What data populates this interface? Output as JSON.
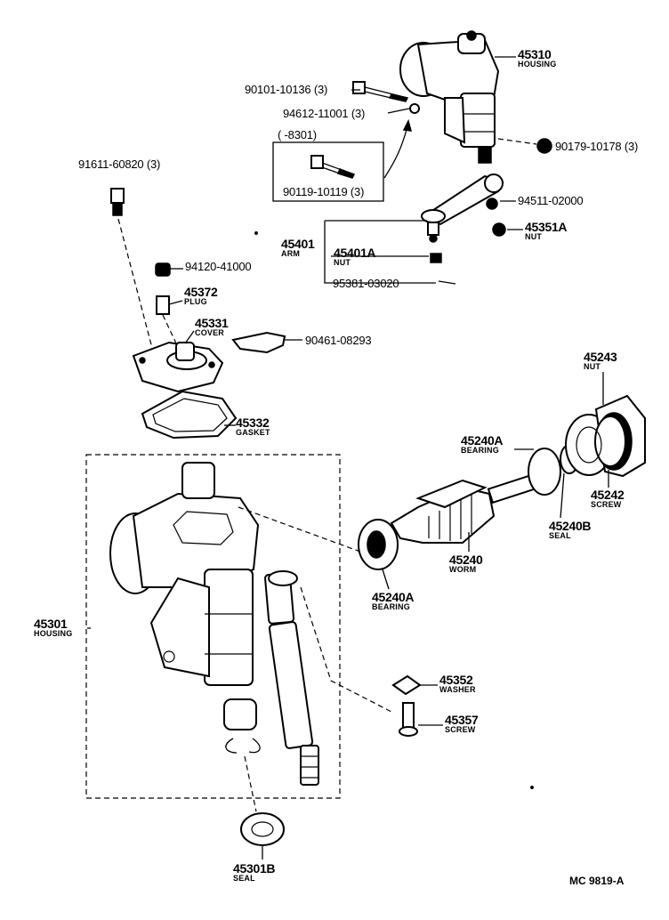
{
  "parts": [
    {
      "key": "p45310",
      "number": "45310",
      "name": "HOUSING"
    },
    {
      "key": "p90101",
      "number": "90101-10136 (3)"
    },
    {
      "key": "p94612",
      "number": "94612-11001 (3)"
    },
    {
      "key": "p8301",
      "number": "(        -8301)"
    },
    {
      "key": "p90119",
      "number": "90119-10119 (3)"
    },
    {
      "key": "p90179",
      "number": "90179-10178 (3)"
    },
    {
      "key": "p91611",
      "number": "91611-60820 (3)"
    },
    {
      "key": "p94511",
      "number": "94511-02000"
    },
    {
      "key": "p45351A",
      "number": "45351A",
      "name": "NUT"
    },
    {
      "key": "p45401",
      "number": "45401",
      "name": "ARM"
    },
    {
      "key": "p45401A",
      "number": "45401A",
      "name": "NUT"
    },
    {
      "key": "p95381",
      "number": "95381-03020"
    },
    {
      "key": "p94120",
      "number": "94120-41000"
    },
    {
      "key": "p45372",
      "number": "45372",
      "name": "PLUG"
    },
    {
      "key": "p45331",
      "number": "45331",
      "name": "COVER"
    },
    {
      "key": "p90461",
      "number": "90461-08293"
    },
    {
      "key": "p45243",
      "number": "45243",
      "name": "NUT"
    },
    {
      "key": "p45332",
      "number": "45332",
      "name": "GASKET"
    },
    {
      "key": "p45240A_top",
      "number": "45240A",
      "name": "BEARING"
    },
    {
      "key": "p45242",
      "number": "45242",
      "name": "SCREW"
    },
    {
      "key": "p45240B",
      "number": "45240B",
      "name": "SEAL"
    },
    {
      "key": "p45240",
      "number": "45240",
      "name": "WORM"
    },
    {
      "key": "p45240A_bot",
      "number": "45240A",
      "name": "BEARING"
    },
    {
      "key": "p45301",
      "number": "45301",
      "name": "HOUSING"
    },
    {
      "key": "p45352",
      "number": "45352",
      "name": "WASHER"
    },
    {
      "key": "p45357",
      "number": "45357",
      "name": "SCREW"
    },
    {
      "key": "p45301B",
      "number": "45301B",
      "name": "SEAL"
    }
  ],
  "reference_code": "MC 9819-A"
}
